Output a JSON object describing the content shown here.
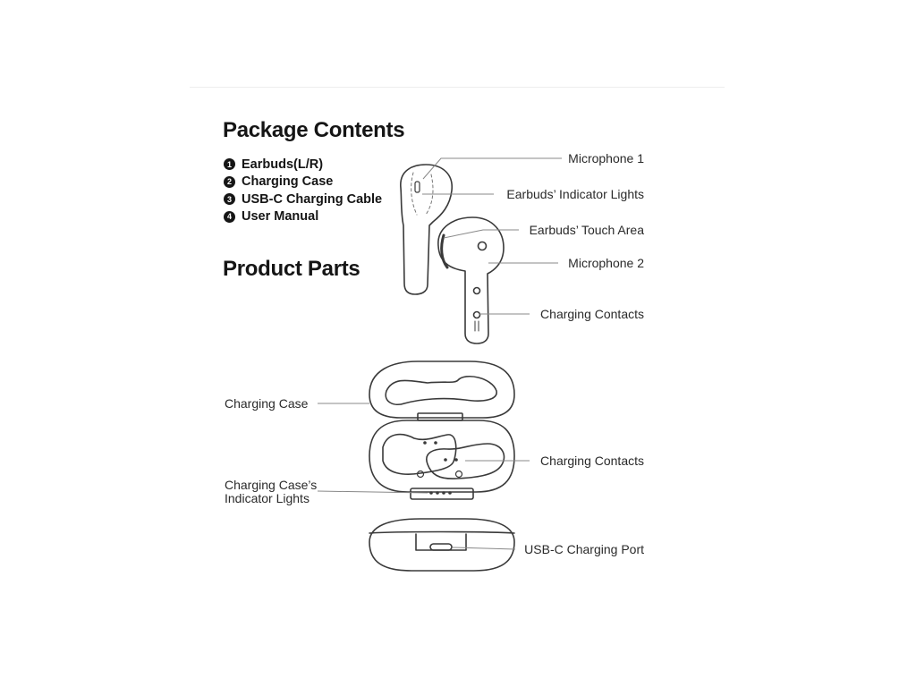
{
  "headings": {
    "package_contents": "Package Contents",
    "product_parts": "Product Parts"
  },
  "package_contents": [
    {
      "num": "1",
      "label": "Earbuds(L/R)"
    },
    {
      "num": "2",
      "label": "Charging Case"
    },
    {
      "num": "3",
      "label": "USB-C Charging Cable"
    },
    {
      "num": "4",
      "label": "User Manual"
    }
  ],
  "earbud_callouts": {
    "microphone_1": "Microphone 1",
    "indicator_lights": "Earbuds’ Indicator Lights",
    "touch_area": "Earbuds’ Touch Area",
    "microphone_2": "Microphone 2",
    "charging_contacts": "Charging Contacts"
  },
  "case_callouts": {
    "charging_case": "Charging Case",
    "charging_contacts": "Charging Contacts",
    "case_indicator_line1": "Charging Case’s",
    "case_indicator_line2": "Indicator Lights",
    "usb_c_port": "USB-C Charging Port"
  },
  "colors": {
    "text": "#1a1a1a",
    "line": "#3a3a3a",
    "leader": "#888888"
  }
}
